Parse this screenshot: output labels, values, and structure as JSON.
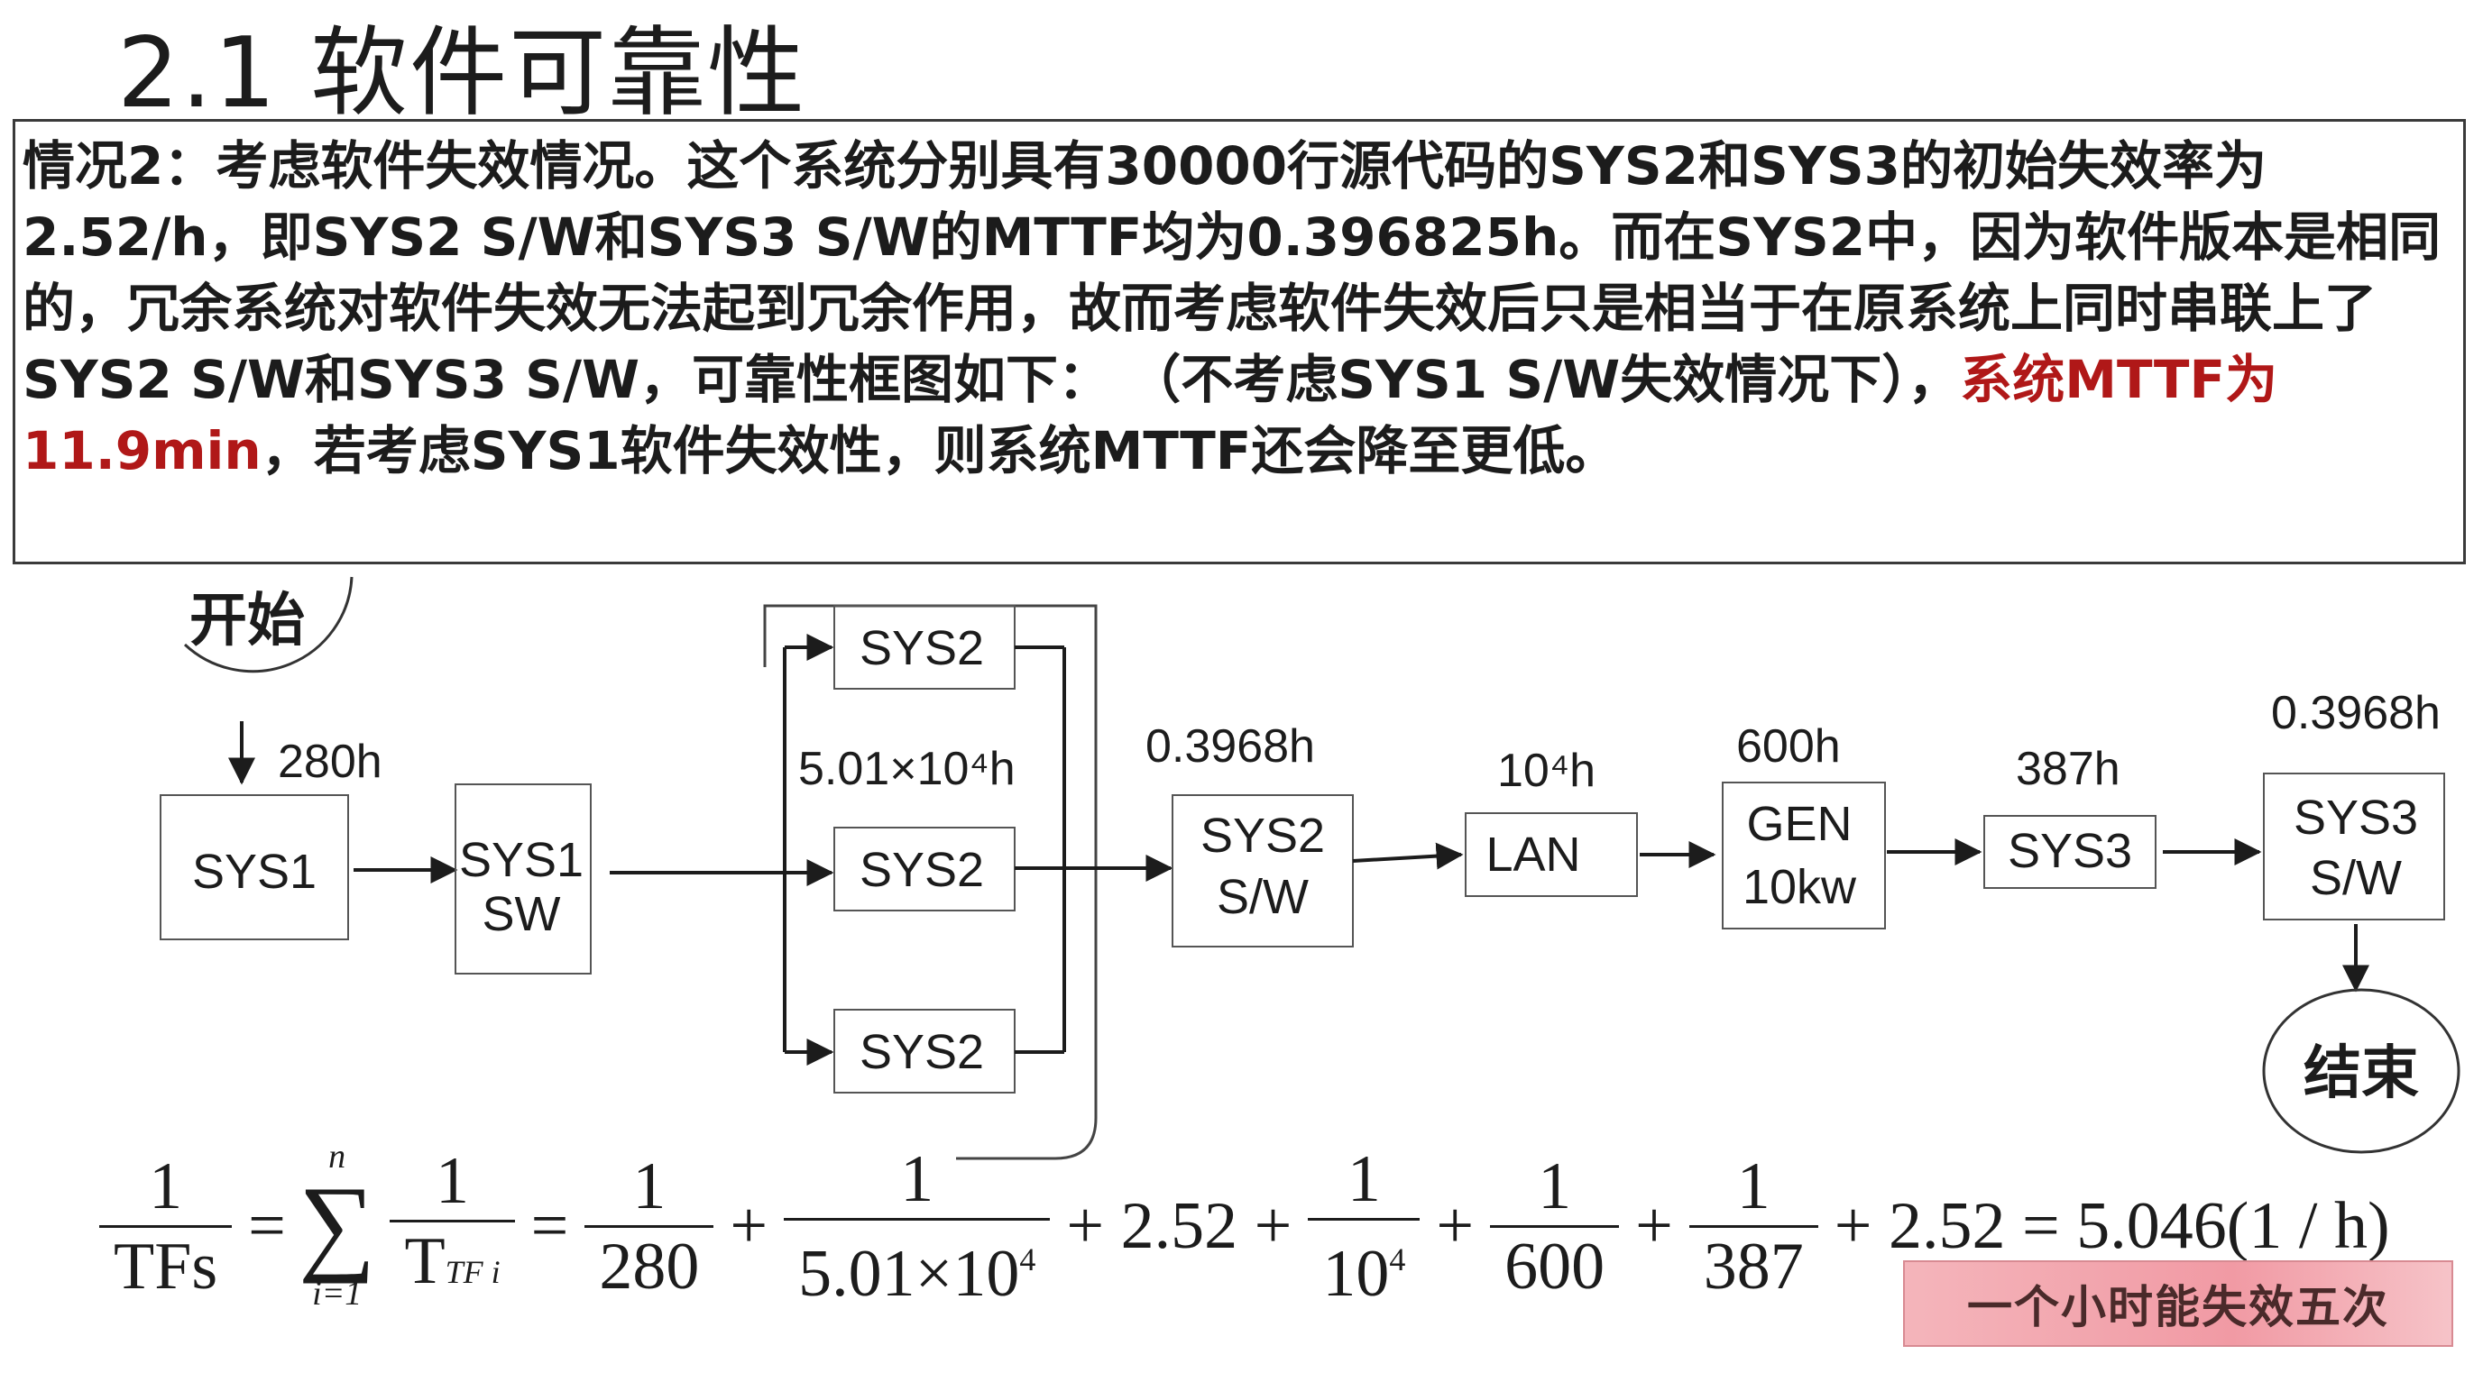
{
  "title": "2.1 软件可靠性",
  "paragraph": {
    "before": "情况2：考虑软件失效情况。这个系统分别具有30000行源代码的SYS2和SYS3的初始失效率为2.52/h，即SYS2 S/W和SYS3 S/W的MTTF均为0.396825h。而在SYS2中，因为软件版本是相同的，冗余系统对软件失效无法起到冗余作用，故而考虑软件失效后只是相当于在原系统上同时串联上了SYS2 S/W和SYS3 S/W，可靠性框图如下： （不考虑SYS1 S/W失效情况下），",
    "highlight": "系统MTTF为11.9min",
    "after": "，若考虑SYS1软件失效性，则系统MTTF还会降至更低。",
    "highlight_color": "#b01818"
  },
  "diagram": {
    "start": "开始",
    "end": "结束",
    "sys1_mttf": "280h",
    "sys1": "SYS1",
    "sys1_sw_line1": "SYS1",
    "sys1_sw_line2": "SW",
    "sys2_top": "SYS2",
    "sys2_mid": "SYS2",
    "sys2_bot": "SYS2",
    "sys2_mttf": "5.01×10⁴h",
    "sys2sw_mttf": "0.3968h",
    "sys2sw_line1": "SYS2",
    "sys2sw_line2": "S/W",
    "lan_mttf": "10⁴h",
    "lan": "LAN",
    "gen_mttf": "600h",
    "gen_line1": "GEN",
    "gen_line2": "10kw",
    "sys3_mttf": "387h",
    "sys3": "SYS3",
    "sys3sw_mttf": "0.3968h",
    "sys3sw_line1": "SYS3",
    "sys3sw_line2": "S/W"
  },
  "formula": {
    "lhs_num": "1",
    "lhs_den": "TFs",
    "eq1": "=",
    "sum_top": "n",
    "sum_sigma": "∑",
    "sum_bot": "i=1",
    "term_num": "1",
    "term_den_base": "T",
    "term_den_sub": "TF i",
    "eq2": "=",
    "f1_num": "1",
    "f1_den": "280",
    "plus1": "+",
    "f2_num": "1",
    "f2_den_base": "5.01×10",
    "f2_den_exp": "4",
    "plus_252_a": "+ 2.52 +",
    "f3_num": "1",
    "f3_den_base": "10",
    "f3_den_exp": "4",
    "plus2": "+",
    "f4_num": "1",
    "f4_den": "600",
    "plus3": "+",
    "f5_num": "1",
    "f5_den": "387",
    "tail": "+ 2.52 = 5.046(1 / h)"
  },
  "caption": "一个小时能失效五次"
}
